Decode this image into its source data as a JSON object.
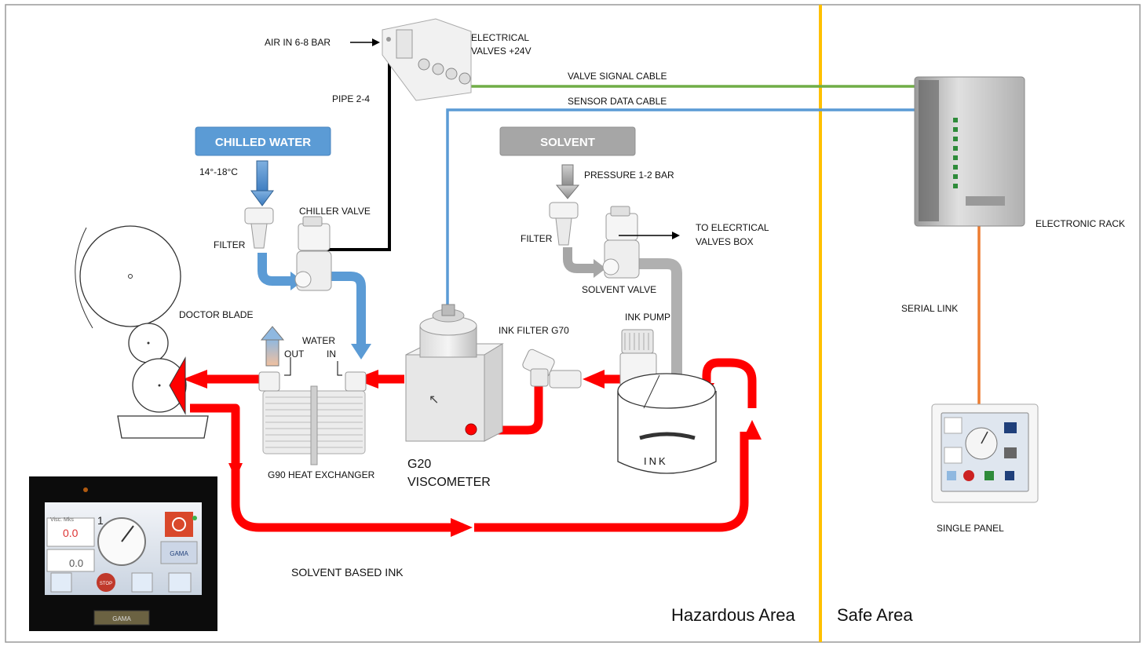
{
  "labels": {
    "air_in": "AIR IN 6-8 BAR",
    "electrical_valves_1": "ELECTRICAL",
    "electrical_valves_2": "VALVES +24V",
    "valve_signal_cable": "VALVE SIGNAL CABLE",
    "sensor_data_cable": "SENSOR DATA CABLE",
    "pipe": "PIPE 2-4",
    "chilled_water": "CHILLED WATER",
    "solvent": "SOLVENT",
    "temp_range": "14°-18°C",
    "pressure": "PRESSURE 1-2 BAR",
    "filter_left": "FILTER",
    "chiller_valve": "CHILLER VALVE",
    "filter_right": "FILTER",
    "to_valves_1": "TO ELECRTICAL",
    "to_valves_2": "VALVES BOX",
    "electronic_rack": "ELECTRONIC RACK",
    "doctor_blade": "DOCTOR BLADE",
    "water": "WATER",
    "out": "OUT",
    "in": "IN",
    "solvent_valve": "SOLVENT VALVE",
    "ink_pump": "INK PUMP",
    "ink_filter": "INK FILTER G70",
    "serial_link": "SERIAL LINK",
    "heat_exchanger": "G90 HEAT EXCHANGER",
    "viscometer_1": "G20",
    "viscometer_2": "VISCOMETER",
    "ink_tank": "INK",
    "single_panel": "SINGLE PANEL",
    "solvent_based_ink": "SOLVENT BASED INK",
    "hazardous_area": "Hazardous Area",
    "safe_area": "Safe Area"
  },
  "panel_screen": {
    "visc_label": "Visc. Mks",
    "value_top": "0.0",
    "value_bottom": "0.0",
    "gauge_number": "1",
    "stop": "STOP",
    "brand": "GAMA"
  },
  "colors": {
    "ink_flow": "#ff0000",
    "water_flow": "#5b9bd5",
    "solvent_flow": "#a6a6a6",
    "valve_signal_cable": "#70ad47",
    "sensor_data_cable": "#5b9bd5",
    "serial_link": "#ed7d31",
    "zone_divider": "#ffc000",
    "chilled_water_box": "#5b9bd5",
    "solvent_box": "#a6a6a6"
  }
}
